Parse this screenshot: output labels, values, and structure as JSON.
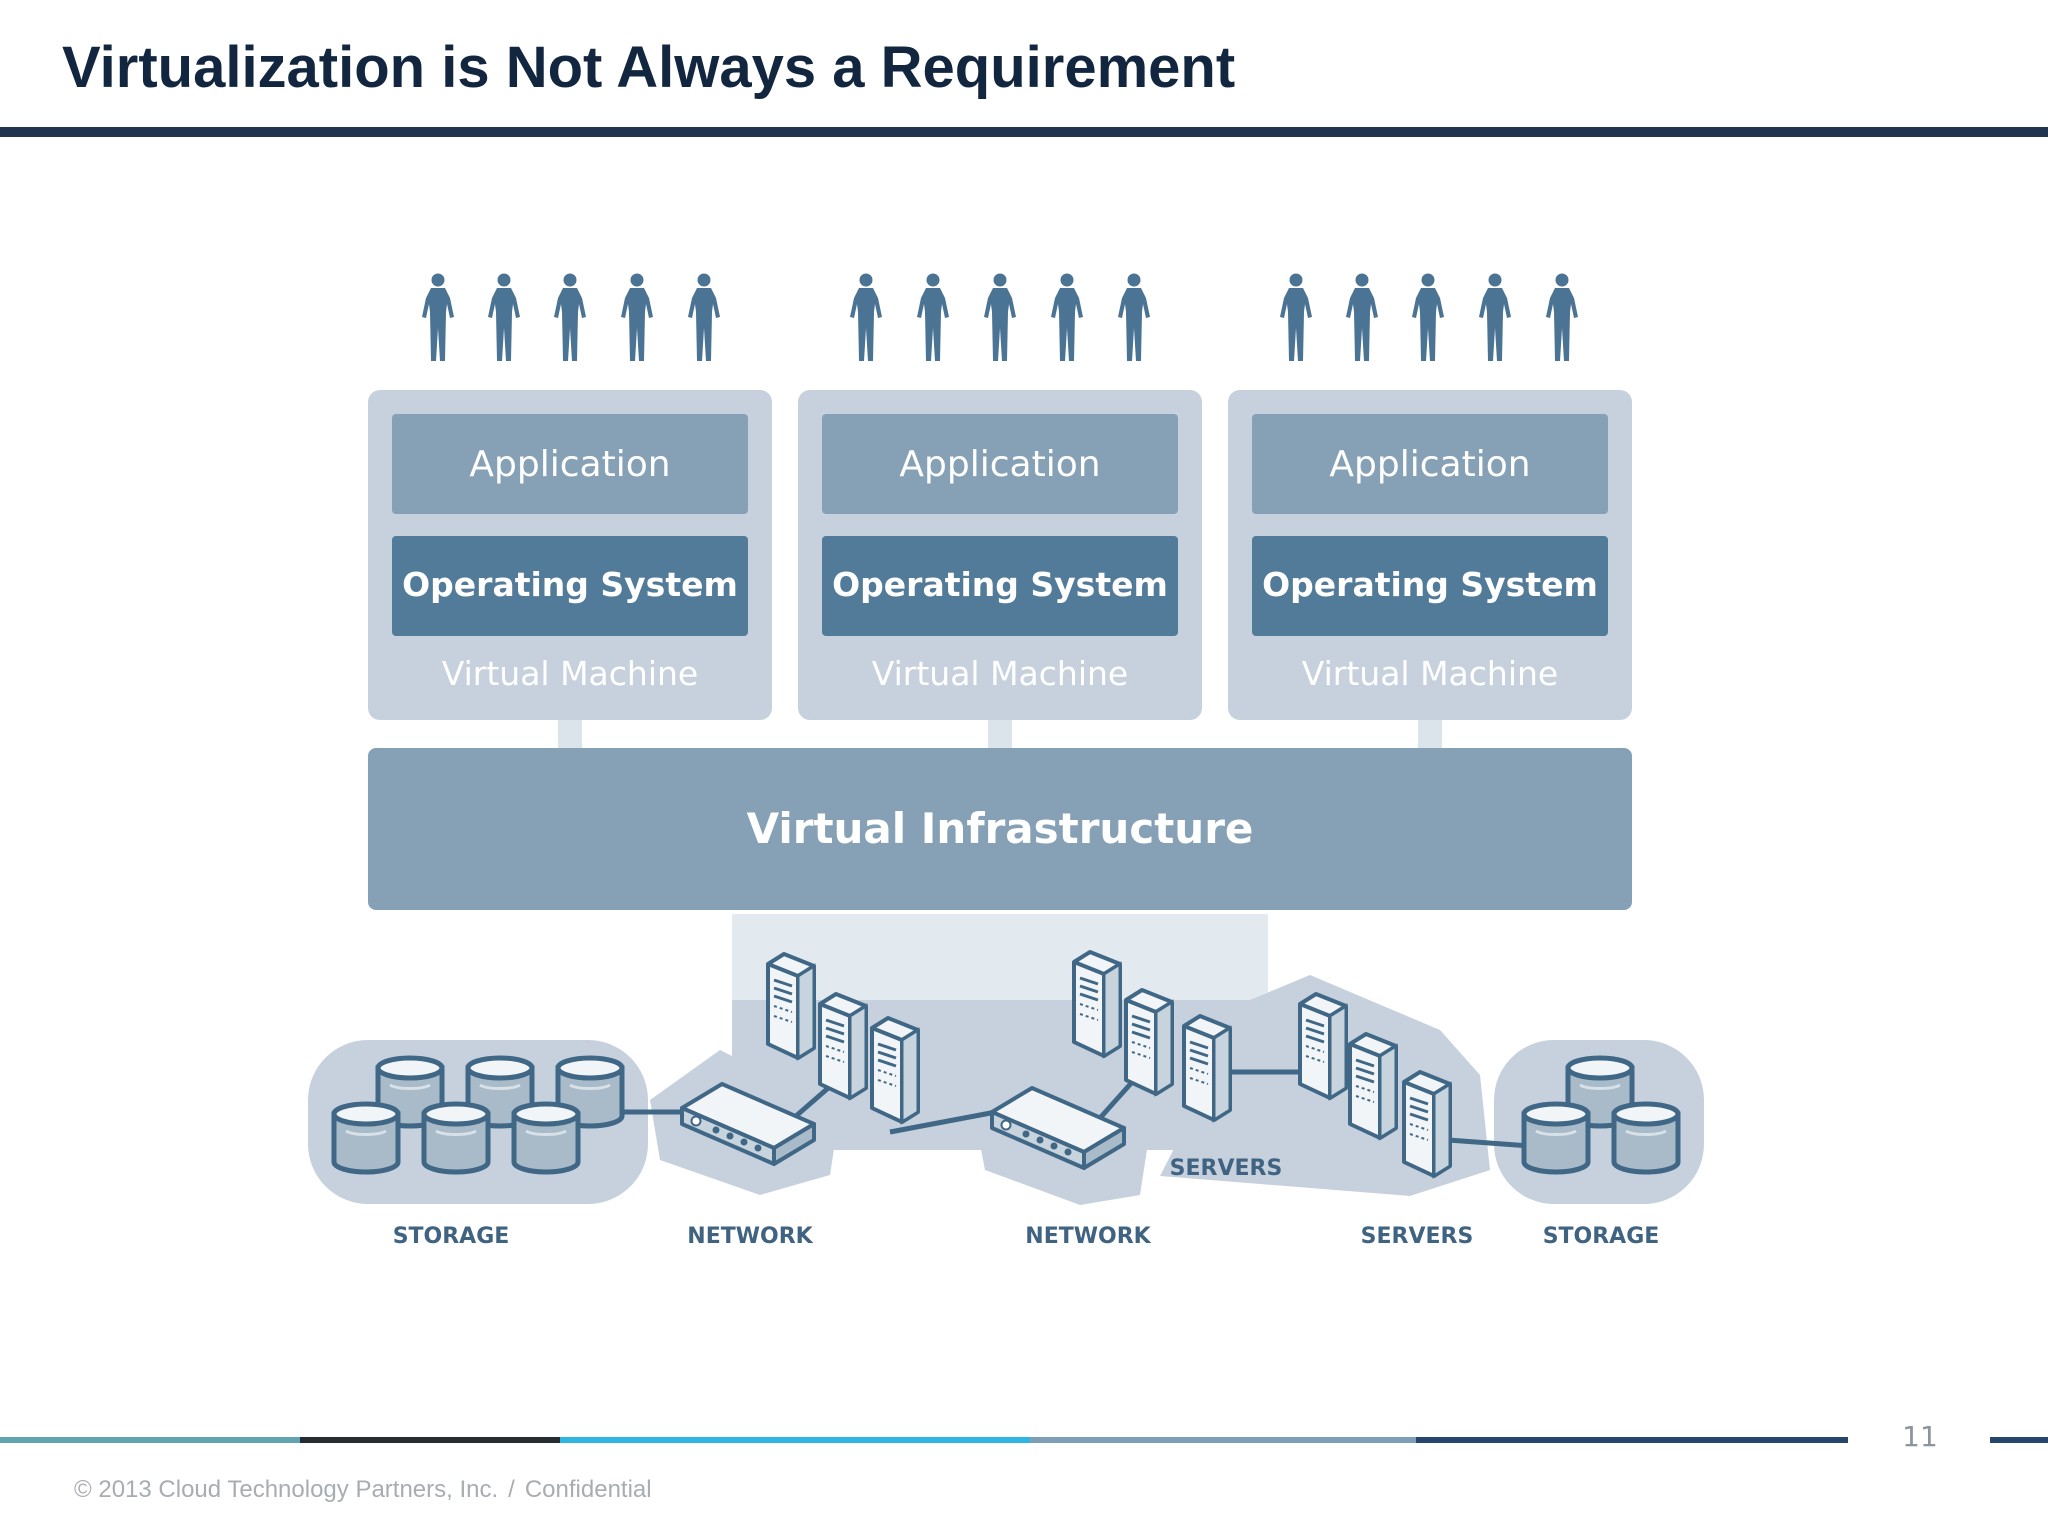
{
  "slide": {
    "title": "Virtualization is Not Always a Requirement",
    "page_number": "11",
    "footer": {
      "copyright": "© 2013 Cloud Technology Partners, Inc.",
      "separator": "/",
      "confidential": "Confidential"
    }
  },
  "colors": {
    "title": "#13263f",
    "rule": "#1f3550",
    "people": "#4b7393",
    "vm_panel": "#c6d1dd",
    "application_box": "#86a0b6",
    "os_box": "#527a99",
    "infrastructure": "#86a0b6",
    "hardware_outline": "#406886",
    "footer_segments": [
      "#5fa4b0",
      "#262b31",
      "#2fb5e2",
      "#7e9db7",
      "#27466c",
      "#27466c"
    ]
  },
  "diagram": {
    "virtual_machines": [
      {
        "application": "Application",
        "operating_system": "Operating System",
        "label": "Virtual Machine",
        "users": 5
      },
      {
        "application": "Application",
        "operating_system": "Operating System",
        "label": "Virtual Machine",
        "users": 5
      },
      {
        "application": "Application",
        "operating_system": "Operating System",
        "label": "Virtual Machine",
        "users": 5
      }
    ],
    "infrastructure": {
      "label": "Virtual Infrastructure"
    },
    "hardware_labels": {
      "storage_left": "STORAGE",
      "network_left": "NETWORK",
      "network_right": "NETWORK",
      "servers_center": "SERVERS",
      "servers_right": "SERVERS",
      "storage_right": "STORAGE"
    },
    "hardware_icons": {
      "storage_left": "database-cylinder-icon",
      "storage_right": "database-cylinder-icon",
      "network": "network-switch-icon",
      "servers": "server-tower-icon",
      "users": "person-icon"
    }
  }
}
